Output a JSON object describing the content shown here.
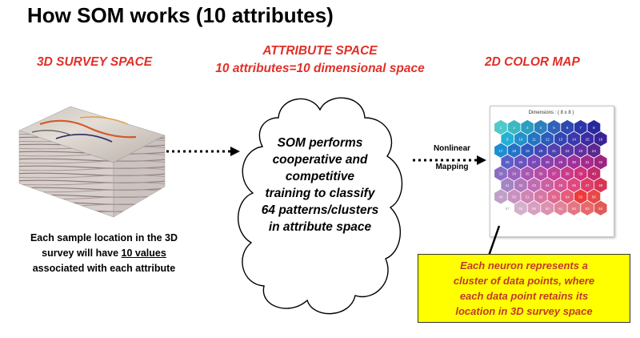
{
  "title": "How SOM works (10 attributes)",
  "headers": {
    "survey": "3D SURVEY SPACE",
    "attribute_line1": "ATTRIBUTE SPACE",
    "attribute_line2": "10 attributes=10 dimensional space",
    "colormap": "2D COLOR MAP"
  },
  "survey_desc": {
    "line1": "Each sample location in the 3D",
    "line2_prefix": "survey will have ",
    "line2_underlined": "10 values",
    "line3": "associated with each attribute"
  },
  "cloud_text": [
    "SOM performs",
    "cooperative and",
    "competitive",
    "training to classify",
    "64 patterns/clusters",
    "in attribute space"
  ],
  "mapping_label": [
    "Nonlinear",
    "Mapping"
  ],
  "colormap": {
    "dimensions_label": "Dimensions : ( 8 x 8 )",
    "rows": 8,
    "cols": 8,
    "colors": [
      [
        "#4fc9c9",
        "#3bb8c4",
        "#2a9fc0",
        "#2d80be",
        "#2f62b8",
        "#2e49b0",
        "#2c36a8",
        "#26299c"
      ],
      [
        "#23b0d4",
        "#2291cc",
        "#2474c4",
        "#2a5cbc",
        "#3146b4",
        "#3a38ac",
        "#3c2ca4",
        "#3a2396"
      ],
      [
        "#1c8fd2",
        "#2572c8",
        "#3059c0",
        "#4248b8",
        "#5040b0",
        "#5a38a8",
        "#6030a0",
        "#5b2890"
      ],
      [
        "#5c5fc8",
        "#6a52c0",
        "#7a48b8",
        "#8a40ae",
        "#9638a4",
        "#a0309a",
        "#a62a8e",
        "#9e2480"
      ],
      [
        "#8a6ec4",
        "#9a62bc",
        "#aa56b2",
        "#b84ca6",
        "#c4429a",
        "#cc3a8c",
        "#d0327c",
        "#c42c6c"
      ],
      [
        "#a584c4",
        "#b278bc",
        "#c06cb2",
        "#cc60a4",
        "#d85494",
        "#e04880",
        "#e03c6a",
        "#d83456"
      ],
      [
        "#c0a0c8",
        "#c892c0",
        "#d084b4",
        "#d876a4",
        "#e06890",
        "#e85a78",
        "#ee3a3a",
        "#e84848"
      ],
      [
        "#ffffff",
        "#d4b0cc",
        "#d8a0c0",
        "#dc92b0",
        "#e0849c",
        "#e47684",
        "#e8686c",
        "#e05a58"
      ]
    ],
    "numbers": [
      [
        1,
        2,
        3,
        4,
        5,
        6,
        7,
        8
      ],
      [
        9,
        10,
        11,
        12,
        13,
        14,
        15,
        16
      ],
      [
        17,
        18,
        19,
        20,
        21,
        22,
        23,
        24
      ],
      [
        25,
        26,
        27,
        28,
        29,
        30,
        31,
        32
      ],
      [
        33,
        34,
        35,
        36,
        37,
        38,
        39,
        40
      ],
      [
        41,
        42,
        43,
        44,
        45,
        46,
        47,
        48
      ],
      [
        49,
        50,
        51,
        52,
        53,
        54,
        55,
        56
      ],
      [
        57,
        58,
        59,
        60,
        61,
        62,
        63,
        64
      ]
    ]
  },
  "note": [
    "Each neuron represents a",
    "cluster of data points, where",
    "each data point retains its",
    "location in 3D survey space"
  ],
  "colors": {
    "header_red": "#e03028",
    "note_bg": "#ffff00",
    "note_text": "#c0392b"
  }
}
